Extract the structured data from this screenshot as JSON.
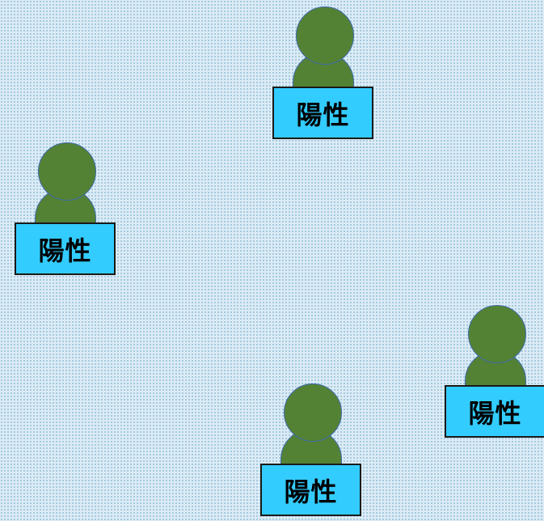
{
  "colors": {
    "background": "#dcebf5",
    "background_dots": "#93c0d9",
    "figure_fill": "#548235",
    "figure_outline": "#3e6aa8",
    "label_fill": "#33ccff",
    "label_border": "#1a1a1a"
  },
  "figures": [
    {
      "label": "陽性",
      "icon": "person-icon"
    },
    {
      "label": "陽性",
      "icon": "person-icon"
    },
    {
      "label": "陽性",
      "icon": "person-icon"
    },
    {
      "label": "陽性",
      "icon": "person-icon"
    }
  ]
}
